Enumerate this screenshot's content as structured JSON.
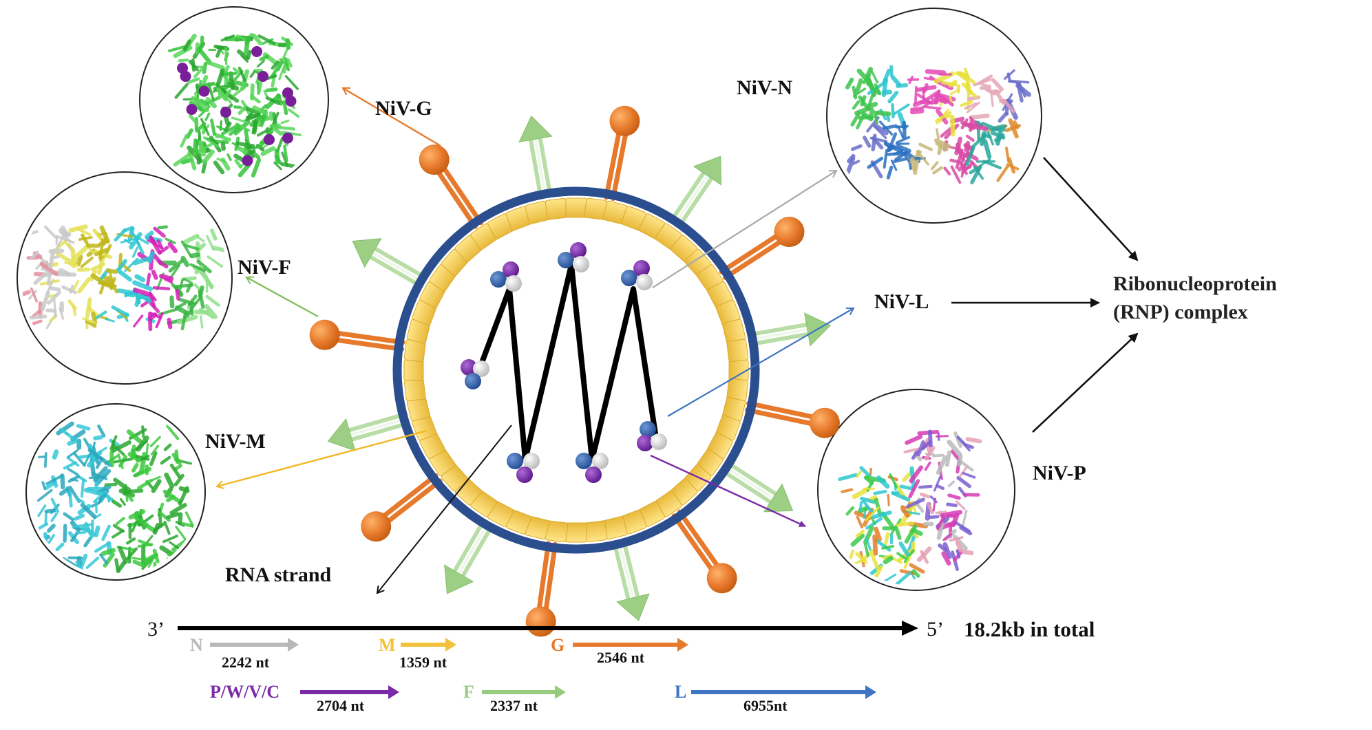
{
  "title": "Nipah virus structure and genome",
  "colors": {
    "membrane_ring": "#2b4e8f",
    "matrix_layer": "#f2c94c",
    "g_spike": "#e6792b",
    "f_spike": "#9ccf84",
    "rna": "#000000",
    "node_blue": "#2f5fa8",
    "node_purple": "#7a2aa6",
    "node_white": "#e8e8e8",
    "arrow_N": "#b8b8b8",
    "arrow_M": "#f2c23a",
    "arrow_G": "#e6792b",
    "arrow_P": "#7a2aa6",
    "arrow_F": "#97cc7e",
    "arrow_L": "#3f74c2"
  },
  "proteins": {
    "G": {
      "label": "NiV-G",
      "icon": "glycoprotein-structure-icon"
    },
    "F": {
      "label": "NiV-F",
      "icon": "fusion-protein-structure-icon"
    },
    "M": {
      "label": "NiV-M",
      "icon": "matrix-protein-structure-icon"
    },
    "N": {
      "label": "NiV-N",
      "icon": "nucleoprotein-structure-icon"
    },
    "L": {
      "label": "NiV-L"
    },
    "P": {
      "label": "NiV-P",
      "icon": "phosphoprotein-structure-icon"
    }
  },
  "rna_label": "RNA strand",
  "rnp": {
    "line1": "Ribonucleoprotein",
    "line2": "(RNP) complex"
  },
  "genome": {
    "end3": "3’",
    "end5": "5’",
    "total": "18.2kb in total",
    "genes": [
      {
        "name": "N",
        "length": "2242 nt",
        "color": "#b8b8b8"
      },
      {
        "name": "M",
        "length": "1359 nt",
        "color": "#f2c23a"
      },
      {
        "name": "G",
        "length": "2546 nt",
        "color": "#e6792b"
      },
      {
        "name": "P/W/V/C",
        "length": "2704 nt",
        "color": "#7a2aa6"
      },
      {
        "name": "F",
        "length": "2337 nt",
        "color": "#97cc7e"
      },
      {
        "name": "L",
        "length": "6955nt",
        "color": "#3f74c2"
      }
    ]
  }
}
